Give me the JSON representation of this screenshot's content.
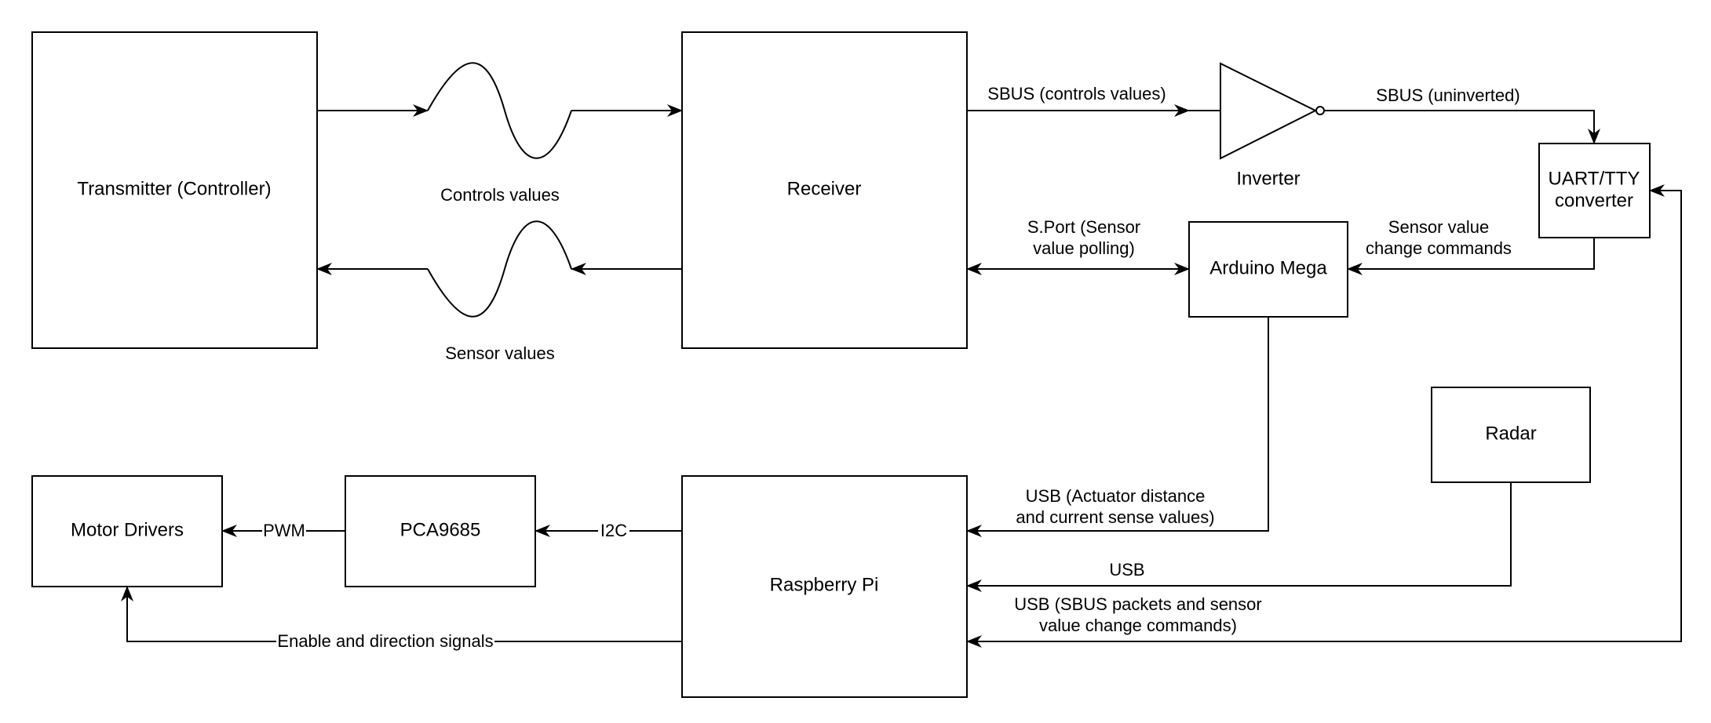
{
  "blocks": {
    "transmitter": "Transmitter (Controller)",
    "receiver": "Receiver",
    "inverter": "Inverter",
    "uart_line1": "UART/TTY",
    "uart_line2": "converter",
    "arduino": "Arduino Mega",
    "radar": "Radar",
    "motor_drivers": "Motor Drivers",
    "pca": "PCA9685",
    "raspberry": "Raspberry Pi"
  },
  "edges": {
    "controls_values": "Controls values",
    "sensor_values": "Sensor values",
    "sbus_controls": "SBUS (controls values)",
    "sbus_uninverted": "SBUS (uninverted)",
    "sport_line1": "S.Port (Sensor",
    "sport_line2": "value polling)",
    "sensor_change_line1": "Sensor value",
    "sensor_change_line2": "change commands",
    "usb_act_line1": "USB (Actuator distance",
    "usb_act_line2": "and current sense values)",
    "usb_radar": "USB",
    "usb_sbus_line1": "USB (SBUS packets and sensor",
    "usb_sbus_line2": "value change commands)",
    "pwm": "PWM",
    "i2c": "I2C",
    "enable": "Enable and direction signals"
  }
}
